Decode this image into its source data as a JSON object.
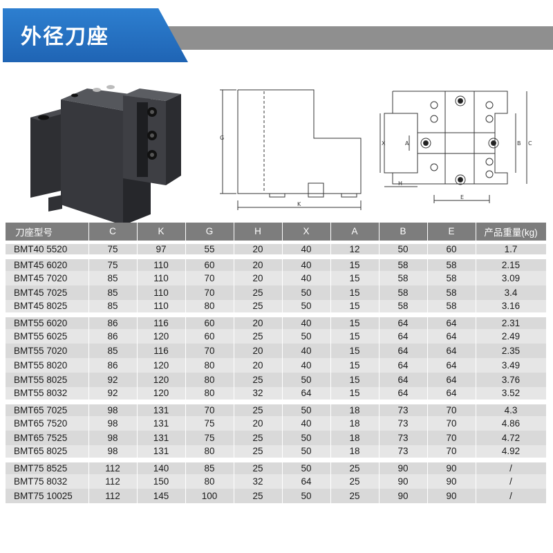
{
  "header": {
    "title": "外径刀座"
  },
  "drawing_labels": {
    "side": {
      "g": "G",
      "k": "K"
    },
    "front": {
      "x": "X",
      "a": "A",
      "h": "H",
      "b": "B",
      "c": "C",
      "e": "E"
    }
  },
  "table": {
    "columns": [
      "刀座型号",
      "C",
      "K",
      "G",
      "H",
      "X",
      "A",
      "B",
      "E",
      "产品重量(kg)"
    ],
    "groups": [
      [
        [
          "BMT40 5520",
          "75",
          "97",
          "55",
          "20",
          "40",
          "12",
          "50",
          "60",
          "1.7"
        ]
      ],
      [
        [
          "BMT45 6020",
          "75",
          "110",
          "60",
          "20",
          "40",
          "15",
          "58",
          "58",
          "2.15"
        ],
        [
          "BMT45 7020",
          "85",
          "110",
          "70",
          "20",
          "40",
          "15",
          "58",
          "58",
          "3.09"
        ],
        [
          "BMT45 7025",
          "85",
          "110",
          "70",
          "25",
          "50",
          "15",
          "58",
          "58",
          "3.4"
        ],
        [
          "BMT45 8025",
          "85",
          "110",
          "80",
          "25",
          "50",
          "15",
          "58",
          "58",
          "3.16"
        ]
      ],
      [
        [
          "BMT55 6020",
          "86",
          "116",
          "60",
          "20",
          "40",
          "15",
          "64",
          "64",
          "2.31"
        ],
        [
          "BMT55 6025",
          "86",
          "120",
          "60",
          "25",
          "50",
          "15",
          "64",
          "64",
          "2.49"
        ],
        [
          "BMT55 7020",
          "85",
          "116",
          "70",
          "20",
          "40",
          "15",
          "64",
          "64",
          "2.35"
        ],
        [
          "BMT55 8020",
          "86",
          "120",
          "80",
          "20",
          "40",
          "15",
          "64",
          "64",
          "3.49"
        ],
        [
          "BMT55 8025",
          "92",
          "120",
          "80",
          "25",
          "50",
          "15",
          "64",
          "64",
          "3.76"
        ],
        [
          "BMT55 8032",
          "92",
          "120",
          "80",
          "32",
          "64",
          "15",
          "64",
          "64",
          "3.52"
        ]
      ],
      [
        [
          "BMT65 7025",
          "98",
          "131",
          "70",
          "25",
          "50",
          "18",
          "73",
          "70",
          "4.3"
        ],
        [
          "BMT65 7520",
          "98",
          "131",
          "75",
          "20",
          "40",
          "18",
          "73",
          "70",
          "4.86"
        ],
        [
          "BMT65 7525",
          "98",
          "131",
          "75",
          "25",
          "50",
          "18",
          "73",
          "70",
          "4.72"
        ],
        [
          "BMT65 8025",
          "98",
          "131",
          "80",
          "25",
          "50",
          "18",
          "73",
          "70",
          "4.92"
        ]
      ],
      [
        [
          "BMT75 8525",
          "112",
          "140",
          "85",
          "25",
          "50",
          "25",
          "90",
          "90",
          "/"
        ],
        [
          "BMT75 8032",
          "112",
          "150",
          "80",
          "32",
          "64",
          "25",
          "90",
          "90",
          "/"
        ],
        [
          "BMT75 10025",
          "112",
          "145",
          "100",
          "25",
          "50",
          "25",
          "90",
          "90",
          "/"
        ]
      ]
    ]
  }
}
